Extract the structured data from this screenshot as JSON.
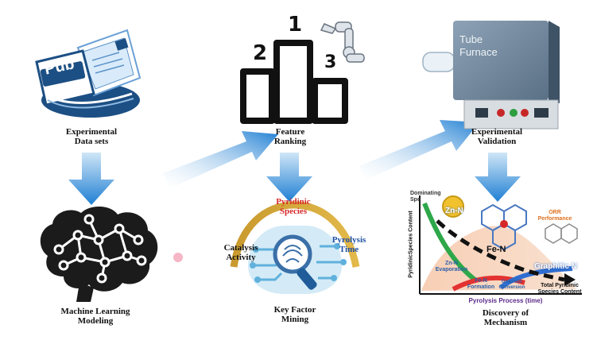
{
  "steps": {
    "datasets": {
      "line1": "Experimental",
      "line2": "Data sets"
    },
    "ranking": {
      "line1": "Feature",
      "line2": "Ranking"
    },
    "validation": {
      "line1": "Experimental",
      "line2": "Validation"
    },
    "ml": {
      "line1": "Machine Learning",
      "line2": "Modeling"
    },
    "mining": {
      "line1": "Key Factor",
      "line2": "Mining"
    },
    "mechanism": {
      "line1": "Discovery of",
      "line2": "Mechanism"
    }
  },
  "pub_icon": {
    "label": "Pub"
  },
  "podium": {
    "first": "1",
    "second": "2",
    "third": "3"
  },
  "furnace": {
    "line1": "Tube",
    "line2": "Furnace"
  },
  "mining_diagram": {
    "top_line1": "Pyridinic",
    "top_line2": "Species",
    "left_line1": "Catalysis",
    "left_line2": "Activity",
    "right_line1": "Pyrolysis",
    "right_line2": "Time"
  },
  "mechanism_chart": {
    "dominating_line1": "Dominating",
    "dominating_line2": "Spe",
    "y_axis": "PyridinicSpecies Content",
    "zn_n": "Zn-N",
    "fe_n": "Fe-N",
    "orr_line1": "ORR",
    "orr_line2": "Performance",
    "zn_evap_line1": "Zn-N",
    "zn_evap_line2": "Evaporation",
    "fe_form_line1": "Fe-N",
    "fe_form_line2": "Formation",
    "graphitic_line1": "Graphitic",
    "graphitic_line2": "Conversion",
    "graphitic_n": "Graphitic N",
    "total_line1": "Total Pyridinic",
    "total_line2": "Species Content",
    "x_axis": "Pyrolysis Process (time)"
  },
  "colors": {
    "arrow": "#2a8ad8",
    "accent_red": "#d62828",
    "accent_blue": "#1f4fa3"
  }
}
